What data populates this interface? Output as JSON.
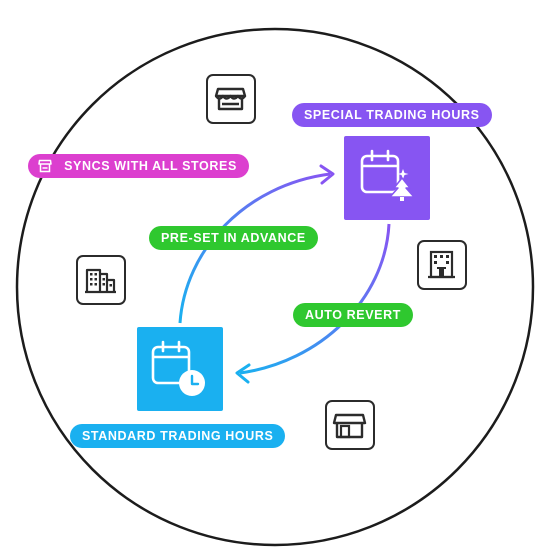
{
  "colors": {
    "special": "#8755f2",
    "standard": "#1ab0f0",
    "green": "#2fc82f",
    "magenta": "#dc3fcf",
    "outline": "#1c1c1c"
  },
  "labels": {
    "special_hours": "SPECIAL TRADING HOURS",
    "syncs": "SYNCS WITH ALL STORES",
    "preset": "PRE-SET IN ADVANCE",
    "auto_revert": "AUTO REVERT",
    "standard_hours": "STANDARD TRADING HOURS"
  },
  "icons": {
    "store_top": "storefront-awning-icon",
    "building_left": "office-building-icon",
    "building_right": "building-entrance-icon",
    "store_bottom": "storefront-icon",
    "special_calendar": "calendar-christmas-tree-icon",
    "standard_calendar": "calendar-clock-icon",
    "sync_store": "store-icon"
  }
}
